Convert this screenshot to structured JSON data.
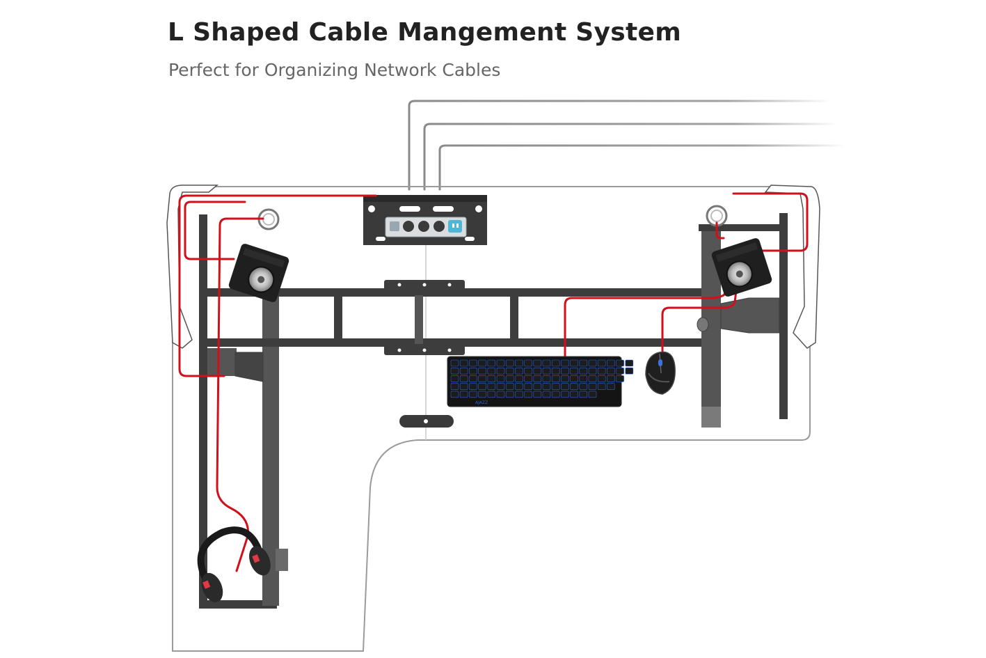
{
  "header": {
    "title": "L Shaped Cable Mangement System",
    "subtitle": "Perfect for Organizing Network Cables"
  },
  "keyboard": {
    "brand_mark": "AJAZZ"
  },
  "colors": {
    "cable": "#d0101a",
    "frame": "#3d3d3d",
    "desktop_outline": "#9a9a9a",
    "network_cable": "#8a8a8a",
    "keyboard_glow": "#2a62d6",
    "outlet_accent": "#4fb6d6",
    "headphone_accent": "#e23a44"
  },
  "items": [
    {
      "name": "desktop",
      "icon": "l-shaped-desk"
    },
    {
      "name": "steel-frame",
      "icon": "desk-frame"
    },
    {
      "name": "cable-tray",
      "icon": "cable-tray"
    },
    {
      "name": "power-strip",
      "icon": "power-outlet"
    },
    {
      "name": "speaker-left",
      "icon": "speaker"
    },
    {
      "name": "speaker-right",
      "icon": "speaker"
    },
    {
      "name": "grommet-left",
      "icon": "grommet"
    },
    {
      "name": "grommet-right",
      "icon": "grommet"
    },
    {
      "name": "keyboard",
      "icon": "keyboard"
    },
    {
      "name": "mouse",
      "icon": "mouse"
    },
    {
      "name": "headphones",
      "icon": "headphones"
    }
  ]
}
